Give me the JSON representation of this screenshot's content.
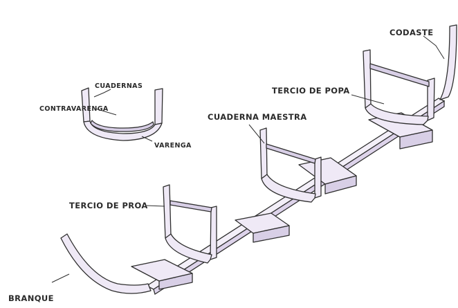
{
  "labels": {
    "cuadernas": "CUADERNAS",
    "contravarenga": "CONTRAVARENGA",
    "varenga": "VARENGA",
    "codaste": "CODASTE",
    "tercio_de_popa": "TERCIO DE POPA",
    "cuaderna_maestra": "CUADERNA MAESTRA",
    "tercio_de_proa": "TERCIO DE PROA",
    "branque": "BRANQUE"
  }
}
